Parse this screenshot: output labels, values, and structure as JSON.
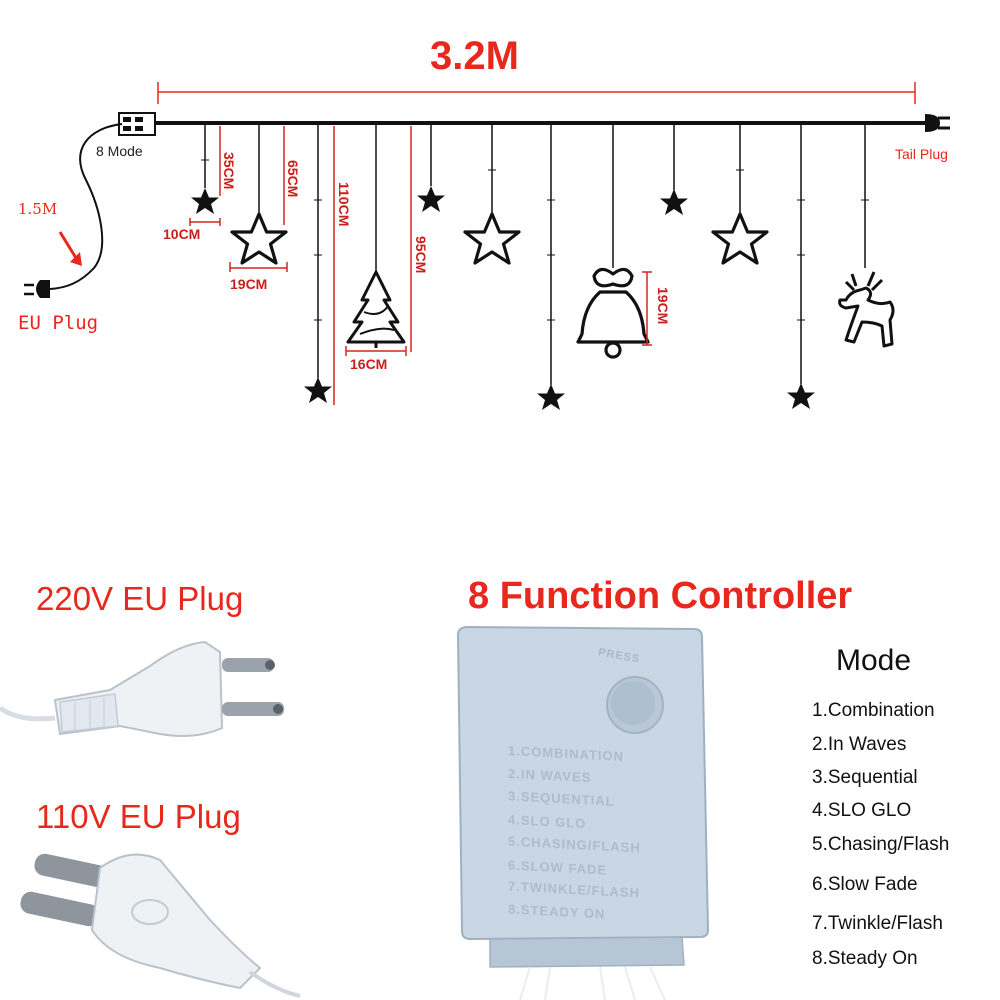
{
  "diagram": {
    "total_length": "3.2M",
    "controller_label": "8 Mode",
    "tail_label": "Tail Plug",
    "lead_length": "1.5M",
    "plug_label": "EU Plug",
    "dimensions": {
      "d35": "35CM",
      "d65": "65CM",
      "d110": "110CM",
      "d95": "95CM",
      "d10": "10CM",
      "d19a": "19CM",
      "d16": "16CM",
      "d19b": "19CM"
    }
  },
  "plugs": {
    "plug_220": "220V EU Plug",
    "plug_110": "110V EU Plug"
  },
  "controller": {
    "title": "8 Function Controller",
    "press_label": "PRESS",
    "box_lines": [
      "1.COMBINATION",
      "2.IN WAVES",
      "3.SEQUENTIAL",
      "4.SLO GLO",
      "5.CHASING/FLASH",
      "6.SLOW FADE",
      "7.TWINKLE/FLASH",
      "8.STEADY ON"
    ]
  },
  "modes": {
    "heading": "Mode",
    "items": [
      "1.Combination",
      "2.In Waves",
      "3.Sequential",
      "4.SLO GLO",
      "5.Chasing/Flash",
      "6.Slow Fade",
      "7.Twinkle/Flash",
      "8.Steady On"
    ]
  },
  "colors": {
    "accent": "#e8281c",
    "controller_body": "#c9d6e3"
  },
  "icons": [
    "star-icon",
    "star-outline-icon",
    "tree-icon",
    "bell-icon",
    "reindeer-icon",
    "eu-plug-icon"
  ]
}
